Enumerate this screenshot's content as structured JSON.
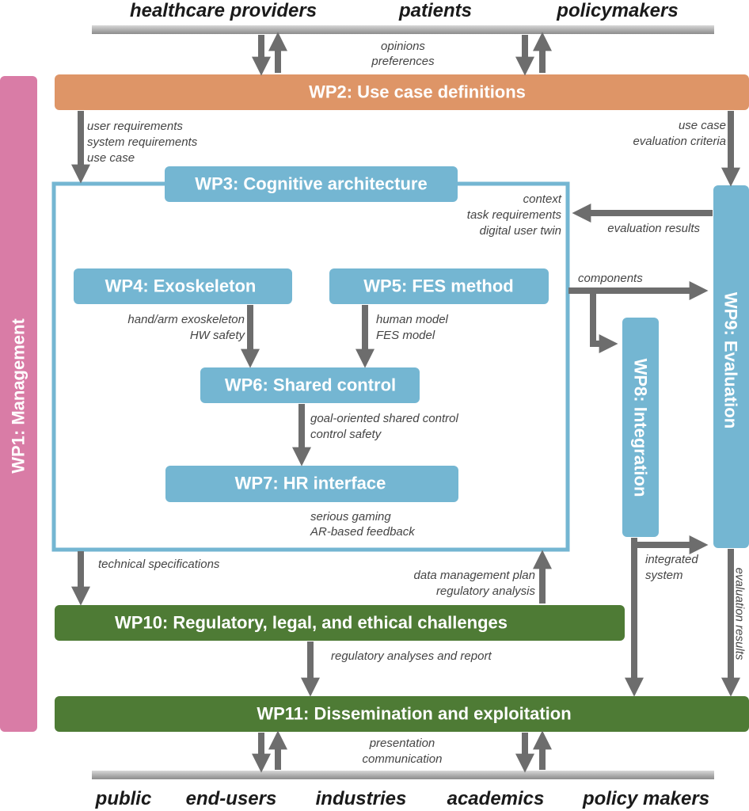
{
  "stakeholders_top": {
    "healthcare_providers": "healthcare providers",
    "patients": "patients",
    "policymakers": "policymakers"
  },
  "stakeholders_bottom": {
    "public": "public",
    "end_users": "end-users",
    "industries": "industries",
    "academics": "academics",
    "policy_makers": "policy makers"
  },
  "work_packages": {
    "wp1": "WP1: Management",
    "wp2": "WP2: Use case definitions",
    "wp3": "WP3: Cognitive architecture",
    "wp4": "WP4: Exoskeleton",
    "wp5": "WP5: FES method",
    "wp6": "WP6: Shared control",
    "wp7": "WP7: HR interface",
    "wp8": "WP8: Integration",
    "wp9": "WP9: Evaluation",
    "wp10": "WP10: Regulatory, legal, and ethical challenges",
    "wp11": "WP11: Dissemination and exploitation"
  },
  "flow_labels": {
    "opinions": "opinions",
    "preferences": "preferences",
    "user_requirements": "user requirements",
    "system_requirements": "system requirements",
    "use_case_left": "use case",
    "use_case_right": "use case",
    "evaluation_criteria": "evaluation criteria",
    "context": "context",
    "task_requirements": "task requirements",
    "digital_user_twin": "digital user twin",
    "evaluation_results_top": "evaluation results",
    "components": "components",
    "hand_arm_exoskeleton": "hand/arm exoskeleton",
    "hw_safety": "HW safety",
    "human_model": "human model",
    "fes_model": "FES model",
    "goal_oriented_shared_control": "goal-oriented shared control",
    "control_safety": "control safety",
    "serious_gaming": "serious gaming",
    "ar_based_feedback": "AR-based feedback",
    "technical_specifications": "technical specifications",
    "data_management_plan": "data management plan",
    "regulatory_analysis": "regulatory analysis",
    "integrated": "integrated",
    "system": "system",
    "evaluation_results_vertical": "evaluation results",
    "regulatory_analyses_and_report": "regulatory analyses and report",
    "presentation": "presentation",
    "communication": "communication"
  },
  "colors": {
    "management": "#d97ca6",
    "use_case": "#de9567",
    "technical": "#74b6d2",
    "regulatory": "#4e7b35",
    "arrow": "#6d6d6d",
    "stakeholder_bar": "#a9a9a9"
  }
}
